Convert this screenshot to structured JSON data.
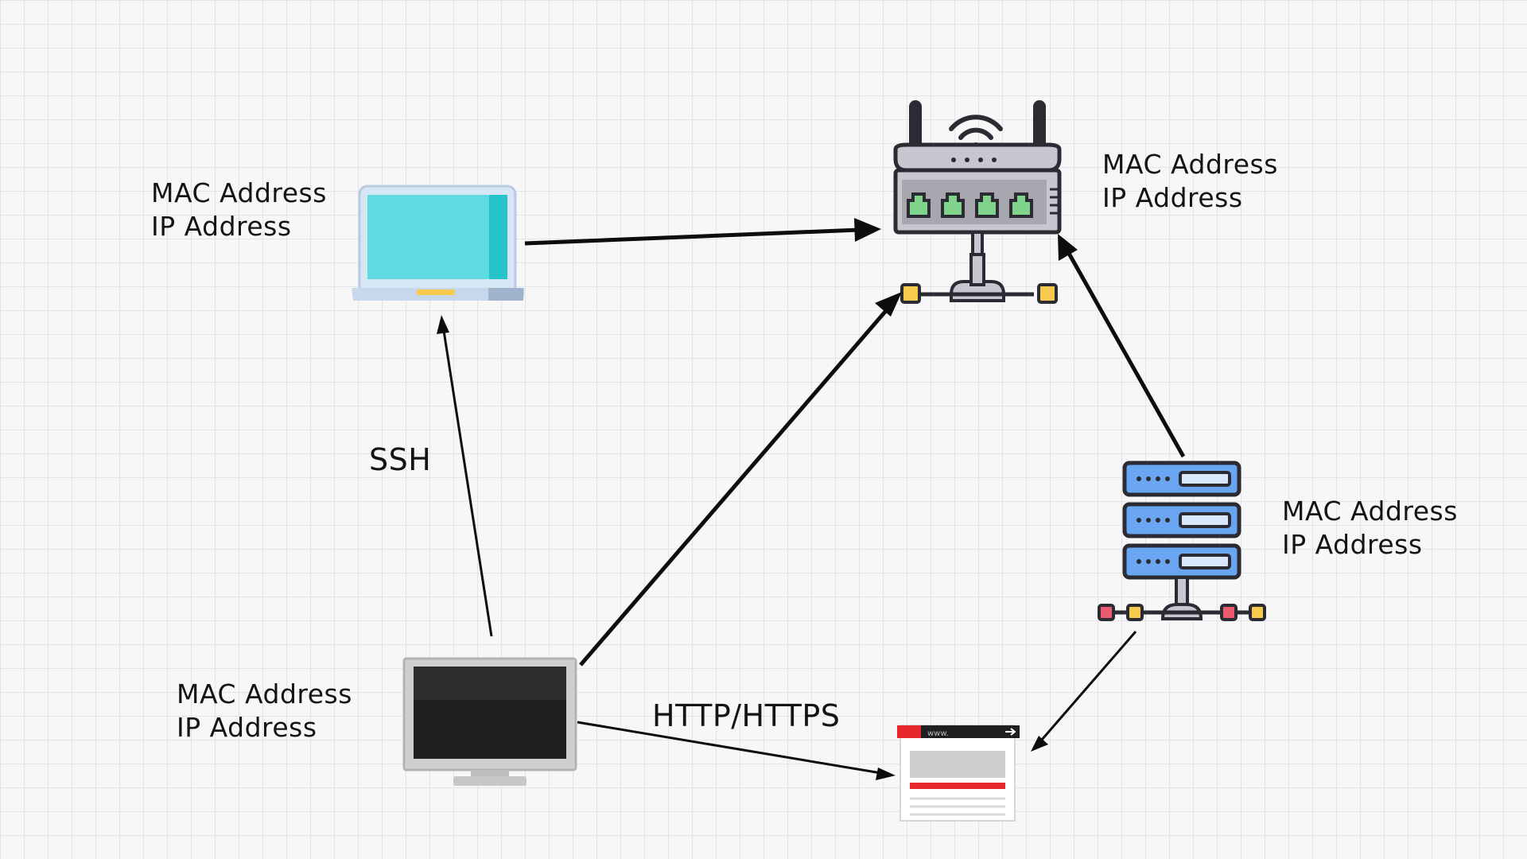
{
  "nodes": {
    "laptop": {
      "mac_label": "MAC Address",
      "ip_label": "IP Address"
    },
    "router": {
      "mac_label": "MAC Address",
      "ip_label": "IP Address"
    },
    "server": {
      "mac_label": "MAC Address",
      "ip_label": "IP Address"
    },
    "desktop": {
      "mac_label": "MAC Address",
      "ip_label": "IP Address"
    },
    "webpage": {
      "url_text": "www."
    }
  },
  "connections": {
    "ssh_label": "SSH",
    "http_label": "HTTP/HTTPS"
  },
  "colors": {
    "laptop_screen": "#5fd9e2",
    "router_body": "#c8c7cf",
    "router_port": "#7fd38a",
    "server_unit": "#6aa5f2",
    "node_yellow": "#f7c94d",
    "node_red": "#ec5a6f",
    "browser_red": "#e8262d",
    "arrow": "#0d0d0d"
  }
}
